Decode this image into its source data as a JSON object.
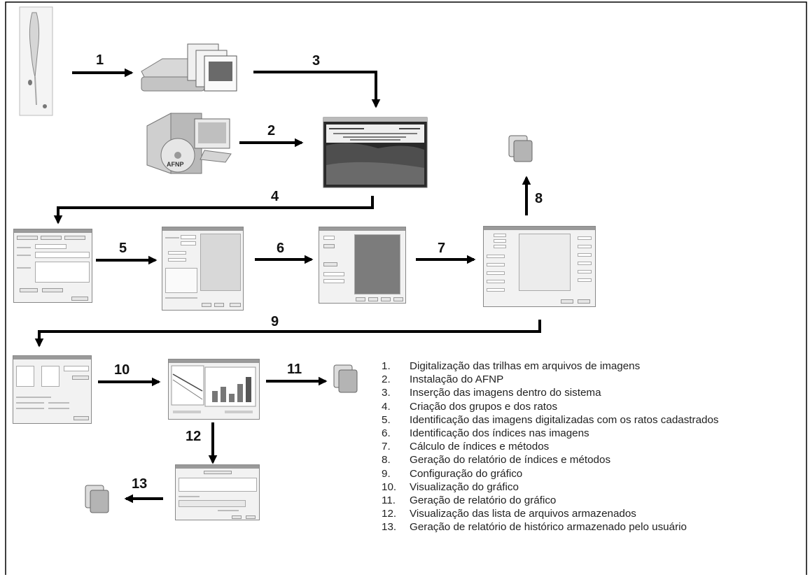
{
  "steps": [
    {
      "num": "1",
      "text": "1."
    },
    {
      "num": "2",
      "text": "2."
    },
    {
      "num": "3",
      "text": "3."
    },
    {
      "num": "4",
      "text": "4."
    },
    {
      "num": "5",
      "text": "5."
    },
    {
      "num": "6",
      "text": "6."
    },
    {
      "num": "7",
      "text": "7."
    },
    {
      "num": "8",
      "text": "8."
    },
    {
      "num": "9",
      "text": "9."
    },
    {
      "num": "10",
      "text": "10."
    },
    {
      "num": "11",
      "text": "11."
    },
    {
      "num": "12",
      "text": "12."
    },
    {
      "num": "13",
      "text": "13."
    }
  ],
  "legend": [
    {
      "n": "1.",
      "text": "Digitalização das trilhas em arquivos de imagens"
    },
    {
      "n": "2.",
      "text": "Instalação do AFNP"
    },
    {
      "n": "3.",
      "text": "Inserção das imagens dentro do sistema"
    },
    {
      "n": "4.",
      "text": "Criação dos grupos e dos ratos"
    },
    {
      "n": "5.",
      "text": "Identificação das imagens digitalizadas com os ratos cadastrados"
    },
    {
      "n": "6.",
      "text": "Identificação dos índices nas imagens"
    },
    {
      "n": "7.",
      "text": "Cálculo de índices e métodos"
    },
    {
      "n": "8.",
      "text": "Geração do relatório de índices e métodos"
    },
    {
      "n": "9.",
      "text": "Configuração do gráfico"
    },
    {
      "n": "10.",
      "text": "Visualização do gráfico"
    },
    {
      "n": "11.",
      "text": "Geração de relatório do gráfico"
    },
    {
      "n": "12.",
      "text": "Visualização das lista de arquivos armazenados"
    },
    {
      "n": "13.",
      "text": "Geração de relatório de histórico armazenado pelo usuário"
    }
  ],
  "software_box_label": "AFNP",
  "colors": {
    "arrow": "#000000",
    "frame": "#000000",
    "thumbnail_bg": "#f2f2f2"
  }
}
